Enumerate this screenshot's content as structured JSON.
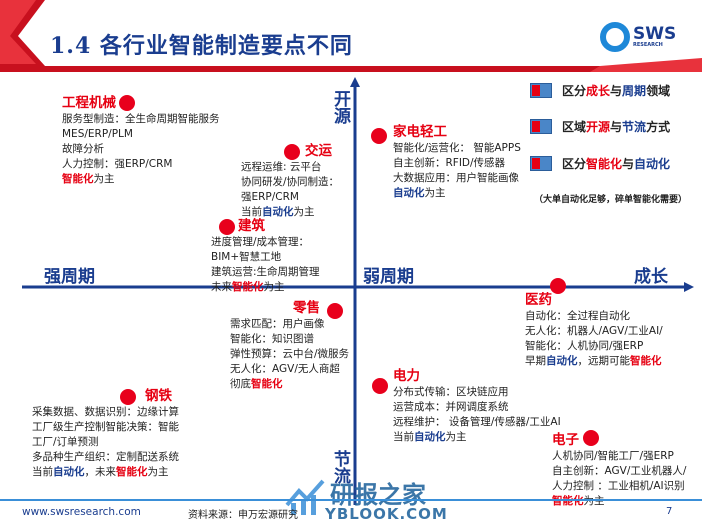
{
  "header": {
    "title": "1.4 各行业智能制造要点不同",
    "logo_text": "SWS",
    "logo_sub": "RESEARCH"
  },
  "axes": {
    "top": "开源",
    "bottom": "节流",
    "left": "强周期",
    "center": "弱周期",
    "right": "成长"
  },
  "legend": [
    [
      [
        "区分",
        ""
      ],
      [
        "成长",
        "red"
      ],
      [
        "与",
        ""
      ],
      [
        "周期",
        "blue"
      ],
      [
        "领域",
        ""
      ]
    ],
    [
      [
        "区域",
        ""
      ],
      [
        "开源",
        "red"
      ],
      [
        "与",
        ""
      ],
      [
        "节流",
        "blue"
      ],
      [
        "方式",
        ""
      ]
    ],
    [
      [
        "区分",
        ""
      ],
      [
        "智能化",
        "red"
      ],
      [
        "与",
        ""
      ],
      [
        "自动化",
        "blue"
      ]
    ]
  ],
  "note": "（大单自动化足够，碎单智能化需要）",
  "colors": {
    "red": "#e60012",
    "blue": "#1a3d8f"
  },
  "sectors": [
    {
      "id": "gongchengjixie",
      "name": "工程机械",
      "lines": [
        [
          [
            "服务型制造：全生命周期智能服务",
            ""
          ]
        ],
        [
          [
            "MES/ERP/PLM",
            ""
          ]
        ],
        [
          [
            "故障分析",
            ""
          ]
        ],
        [
          [
            "人力控制：强ERP/CRM",
            ""
          ]
        ],
        [
          [
            "智能化",
            "red"
          ],
          [
            "为主",
            ""
          ]
        ]
      ]
    },
    {
      "id": "jiaoyun",
      "name": "交运",
      "lines": [
        [
          [
            "远程运维: 云平台",
            ""
          ]
        ],
        [
          [
            "协同研发/协同制造：",
            ""
          ]
        ],
        [
          [
            "强ERP/CRM",
            ""
          ]
        ],
        [
          [
            "当前",
            ""
          ],
          [
            "自动化",
            "blue"
          ],
          [
            "为主",
            ""
          ]
        ]
      ]
    },
    {
      "id": "jianzhu",
      "name": "建筑",
      "lines": [
        [
          [
            "进度管理/成本管理：",
            ""
          ]
        ],
        [
          [
            "BIM+智慧工地",
            ""
          ]
        ],
        [
          [
            "建筑运营:生命周期管理",
            ""
          ]
        ],
        [
          [
            "未来",
            ""
          ],
          [
            "智能化",
            "red"
          ],
          [
            "为主",
            ""
          ]
        ]
      ]
    },
    {
      "id": "jiadian",
      "name": "家电轻工",
      "lines": [
        [
          [
            "智能化/运营化： 智能APPS",
            ""
          ]
        ],
        [
          [
            "自主创新：RFID/传感器",
            ""
          ]
        ],
        [
          [
            "大数据应用：用户智能画像",
            ""
          ]
        ],
        [
          [
            "自动化",
            "blue"
          ],
          [
            "为主",
            ""
          ]
        ]
      ]
    },
    {
      "id": "yiyao",
      "name": "医药",
      "lines": [
        [
          [
            "自动化：全过程自动化",
            ""
          ]
        ],
        [
          [
            "无人化：机器人/AGV/工业AI/",
            ""
          ]
        ],
        [
          [
            "智能化：人机协同/强ERP",
            ""
          ]
        ],
        [
          [
            "早期",
            ""
          ],
          [
            "自动化",
            "blue"
          ],
          [
            "，远期可能",
            ""
          ],
          [
            "智能化",
            "red"
          ]
        ]
      ]
    },
    {
      "id": "lingshou",
      "name": "零售",
      "lines": [
        [
          [
            "需求匹配：用户画像",
            ""
          ]
        ],
        [
          [
            "智能化：知识图谱",
            ""
          ]
        ],
        [
          [
            "弹性预算：云中台/微服务",
            ""
          ]
        ],
        [
          [
            "无人化：AGV/无人商超",
            ""
          ]
        ],
        [
          [
            "彻底",
            ""
          ],
          [
            "智能化",
            "red"
          ]
        ]
      ]
    },
    {
      "id": "gangtie",
      "name": "钢铁",
      "lines": [
        [
          [
            "采集数据、数据识别：边缘计算",
            ""
          ]
        ],
        [
          [
            "工厂级生产控制智能决策：智能",
            ""
          ]
        ],
        [
          [
            "工厂/订单预测",
            ""
          ]
        ],
        [
          [
            "多品种生产组织：定制配送系统",
            ""
          ]
        ],
        [
          [
            "当前",
            ""
          ],
          [
            "自动化",
            "blue"
          ],
          [
            "，未来",
            ""
          ],
          [
            "智能化",
            "red"
          ],
          [
            "为主",
            ""
          ]
        ]
      ]
    },
    {
      "id": "dianli",
      "name": "电力",
      "lines": [
        [
          [
            "分布式传输：区块链应用",
            ""
          ]
        ],
        [
          [
            "运营成本：并网调度系统",
            ""
          ]
        ],
        [
          [
            "远程维护： 设备管理/传感器/工业AI",
            ""
          ]
        ],
        [
          [
            "当前",
            ""
          ],
          [
            "自动化",
            "blue"
          ],
          [
            "为主",
            ""
          ]
        ]
      ]
    },
    {
      "id": "dianzi",
      "name": "电子",
      "lines": [
        [
          [
            "人机协同/智能工厂/强ERP",
            ""
          ]
        ],
        [
          [
            "自主创新：AGV/工业机器人/",
            ""
          ]
        ],
        [
          [
            "人力控制 ：工业相机/AI识别",
            ""
          ]
        ],
        [
          [
            "智能化",
            "red"
          ],
          [
            "为主",
            ""
          ]
        ]
      ]
    }
  ],
  "footer": {
    "website": "www.swsresearch.com",
    "source": "资料来源：申万宏源研究",
    "page": "7"
  },
  "watermark": {
    "cn": "研报之家",
    "en": "YBLOOK.COM"
  }
}
